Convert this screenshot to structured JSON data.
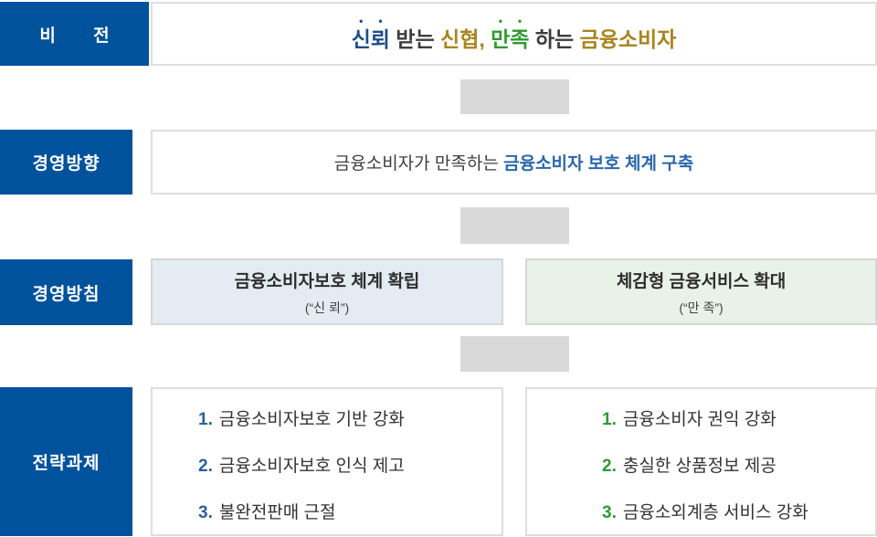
{
  "colors": {
    "label_bg": "#01529c",
    "vision_navy": "#1d4e8a",
    "vision_gold": "#a8841e",
    "vision_green": "#2f9b2f",
    "text_dark": "#3c3c3c",
    "direction_blue": "#2a67ad",
    "policy_blue_bg": "#e4ebf3",
    "policy_green_bg": "#e9f2e8",
    "task_number_blue": "#2a5f9e",
    "task_number_green": "#2e9b30",
    "box_border": "#dedede",
    "connector_gray": "#d9d9d9"
  },
  "rows": {
    "vision": {
      "label": "비 전",
      "segments": [
        {
          "text": "신뢰",
          "color": "#1d4e8a",
          "dots": true
        },
        {
          "text": " 받는 ",
          "color": "#3c3c3c",
          "dots": false
        },
        {
          "text": "신협,",
          "color": "#a8841e",
          "dots": false
        },
        {
          "text": " ",
          "color": "#3c3c3c",
          "dots": false
        },
        {
          "text": "만족",
          "color": "#2f9b2f",
          "dots": true
        },
        {
          "text": " 하는 ",
          "color": "#3c3c3c",
          "dots": false
        },
        {
          "text": "금융소비자",
          "color": "#a8841e",
          "dots": false
        }
      ]
    },
    "direction": {
      "label": "경영방향",
      "plain": "금융소비자가 만족하는 ",
      "emphasis": "금융소비자 보호 체계 구축"
    },
    "policy": {
      "label": "경영방침",
      "boxes": [
        {
          "title": "금융소비자보호 체계 확립",
          "subtitle": "(“신 뢰”)",
          "theme": "blue"
        },
        {
          "title": "체감형 금융서비스 확대",
          "subtitle": "(“만 족”)",
          "theme": "green"
        }
      ]
    },
    "tasks": {
      "label": "전략과제",
      "lists": [
        {
          "theme": "blue",
          "items": [
            {
              "no": "1.",
              "text": "금융소비자보호 기반 강화"
            },
            {
              "no": "2.",
              "text": "금융소비자보호 인식 제고"
            },
            {
              "no": "3.",
              "text": "불완전판매 근절"
            }
          ]
        },
        {
          "theme": "green",
          "items": [
            {
              "no": "1.",
              "text": "금융소비자 권익 강화"
            },
            {
              "no": "2.",
              "text": "충실한 상품정보 제공"
            },
            {
              "no": "3.",
              "text": "금융소외계층 서비스 강화"
            }
          ]
        }
      ]
    }
  }
}
